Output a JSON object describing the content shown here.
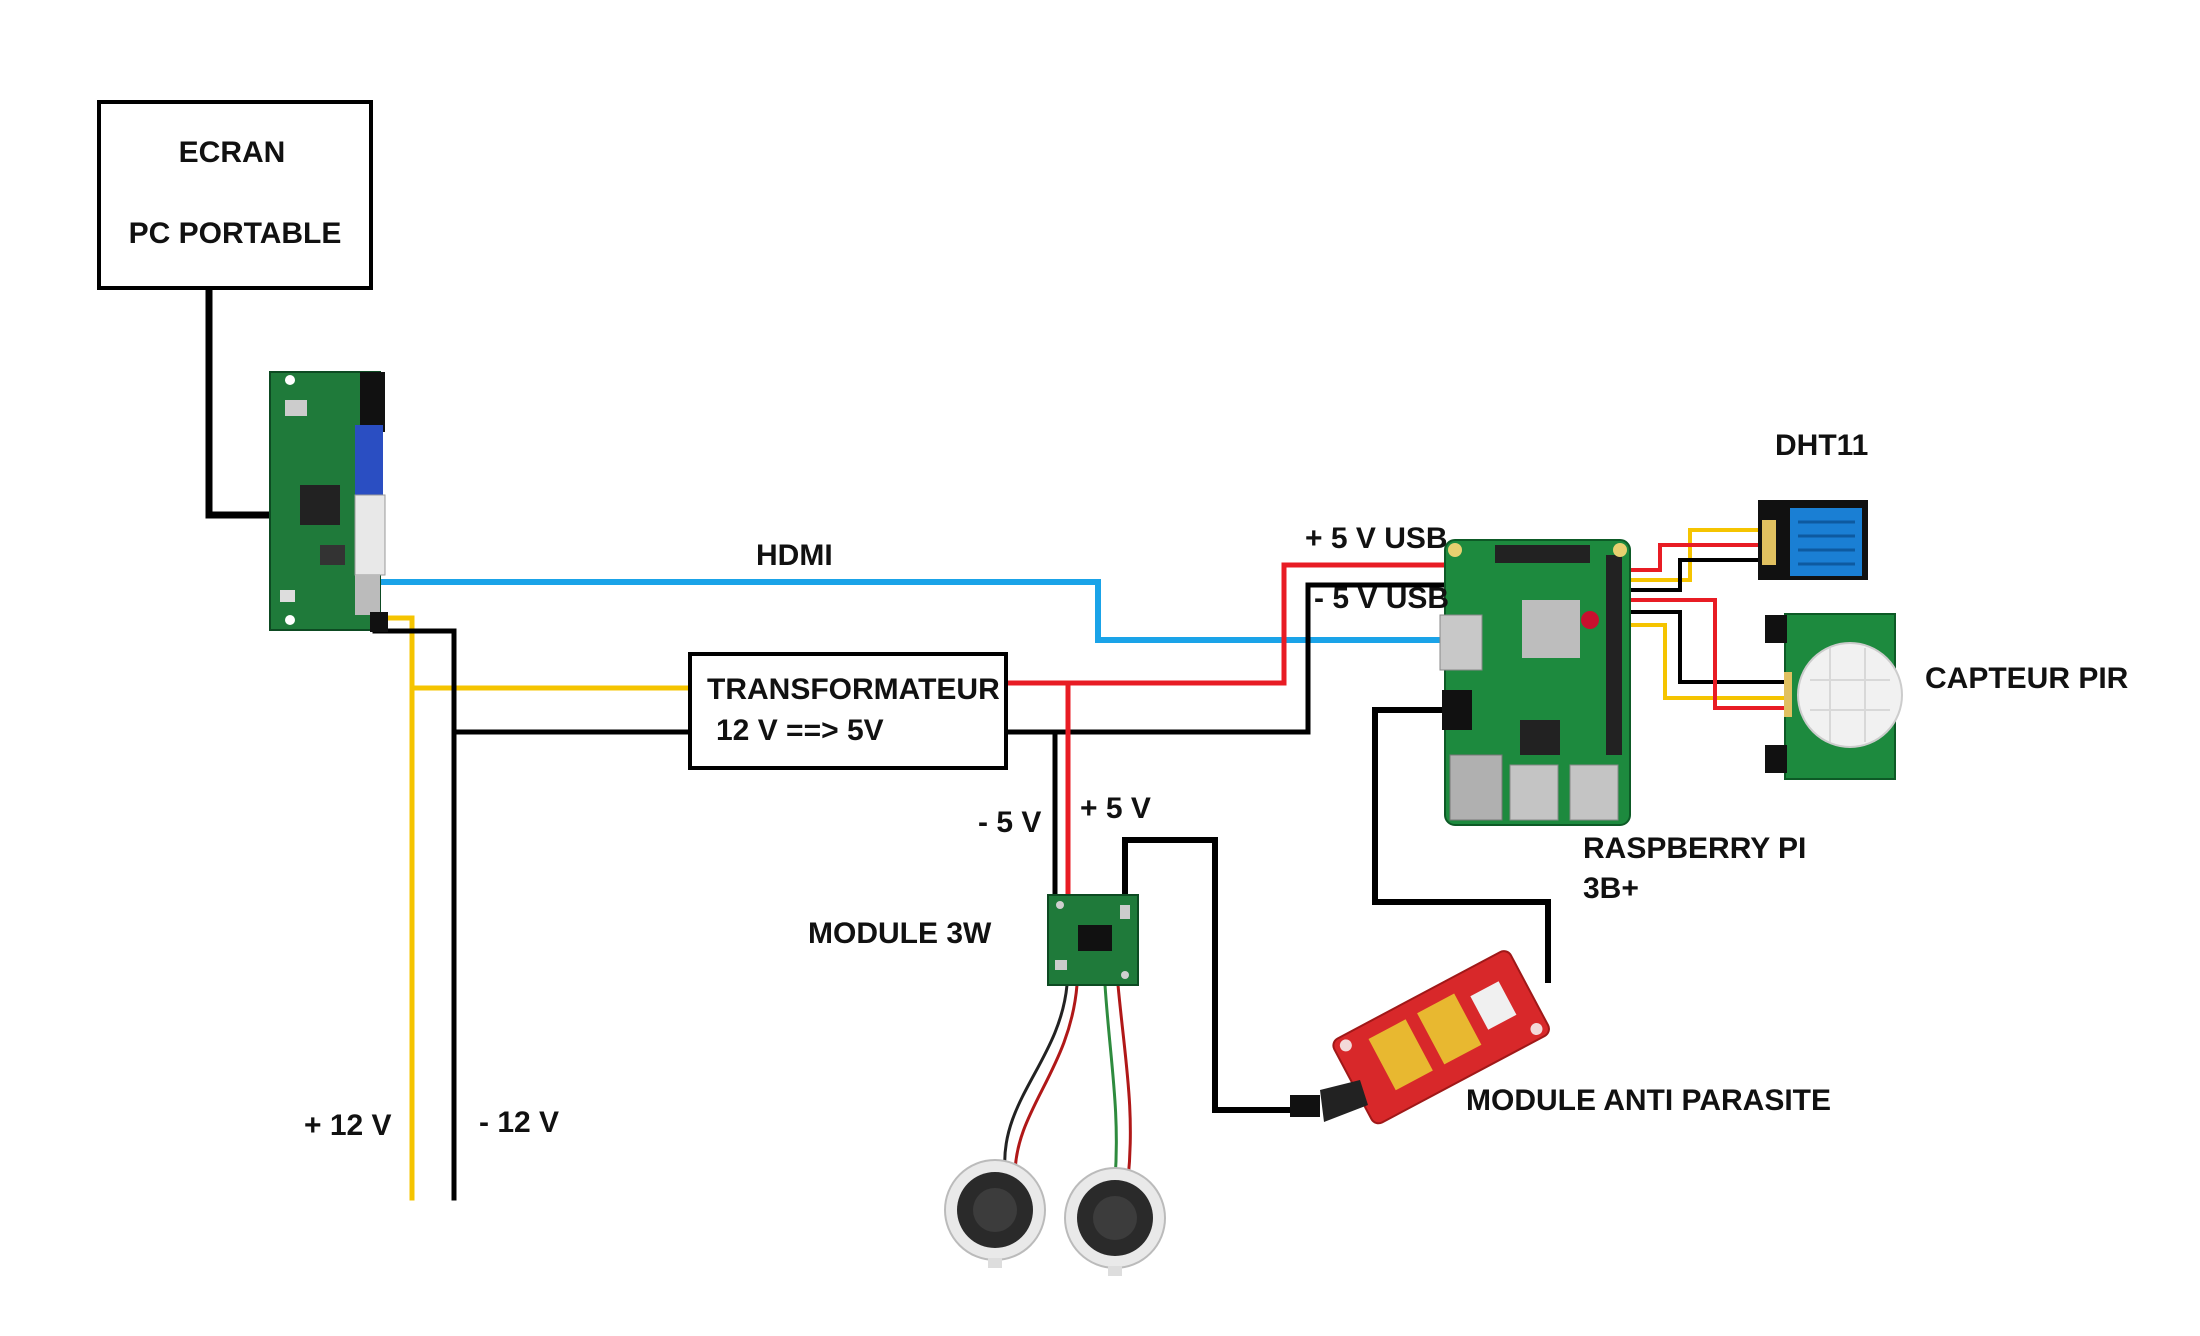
{
  "labels": {
    "screen_line1": "ECRAN",
    "screen_line2": "PC PORTABLE",
    "hdmi": "HDMI",
    "transformer_line1": "TRANSFORMATEUR",
    "transformer_line2": "12 V ==> 5V",
    "plus_5v_usb": "+ 5 V USB",
    "minus_5v_usb": "- 5 V USB",
    "minus_5v": "- 5 V",
    "plus_5v": "+ 5 V",
    "module_3w": "MODULE 3W",
    "plus_12v": "+ 12 V",
    "minus_12v": "- 12 V",
    "dht11": "DHT11",
    "capteur_pir": "CAPTEUR PIR",
    "raspberry_line1": "RASPBERRY PI",
    "raspberry_line2": "3B+",
    "module_anti_parasite": "MODULE ANTI PARASITE"
  },
  "colors": {
    "wire_black": "#000000",
    "wire_red": "#e81c24",
    "wire_yellow": "#f5c400",
    "wire_blue": "#1aa3e8",
    "pcb_green": "#1f7a3a",
    "pcb_red": "#d8282a",
    "dht_blue": "#1a7fd4"
  }
}
